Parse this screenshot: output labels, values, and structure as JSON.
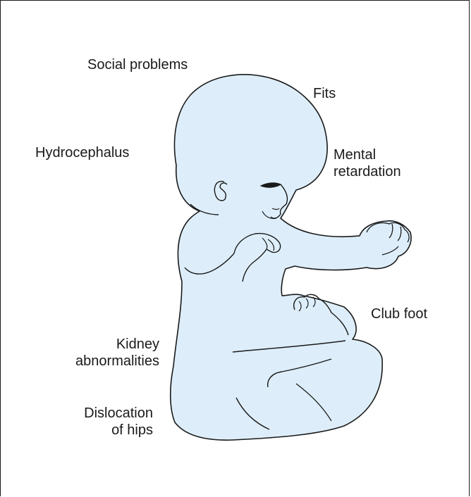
{
  "colors": {
    "body_fill": "#ddeefa",
    "outline": "#1a1a1a",
    "text": "#1a1a1a",
    "background": "#ffffff"
  },
  "labels": {
    "social": "Social problems",
    "fits": "Fits",
    "hydrocephalus": "Hydrocephalus",
    "mental_line1": "Mental",
    "mental_line2": "retardation",
    "club_foot": "Club foot",
    "kidney_line1": "Kidney",
    "kidney_line2": "abnormalities",
    "dislocation_line1": "Dislocation",
    "dislocation_line2": "of hips"
  }
}
